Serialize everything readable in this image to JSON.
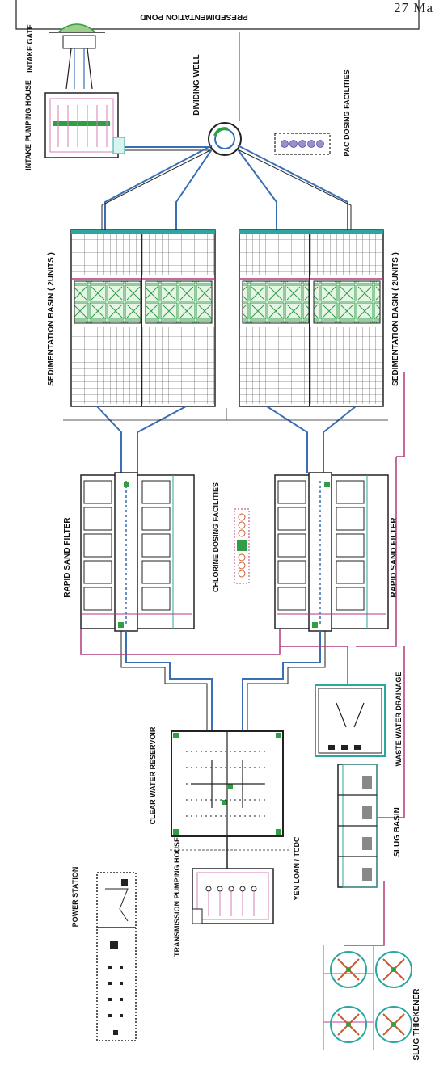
{
  "page_corner_text": "27 Ma",
  "labels": {
    "presedimentation_pond": "PRESEDIMENTATION POND",
    "intake_gate": "INTAKE GATE",
    "intake_pumping_house": "INTAKE PUMPING HOUSE",
    "dividing_well": "DIVIDING WELL",
    "pac_dosing": "PAC DOSING FACILITIES",
    "sedimentation_basin": "SEDIMENTATION BASIN ( 2UNITS )",
    "chlorine_dosing": "CHLORINE DOSING FACILITIES",
    "rapid_sand_filter": "RAPID SAND FILTER",
    "waste_water_drainage": "WASTE WATER DRAINAGE",
    "clear_water_reservoir": "CLEAR WATER RESERVOIR",
    "slug_basin": "SLUG BASIN",
    "yen_loan": "YEN LOAN / TCDC",
    "transmission_pumping_house": "TRANSMISSION PUMPING HOUSE",
    "power_station": "POWER STATION",
    "slug_thickener": "SLUG THICKENER"
  },
  "colors": {
    "line": "#1a1a1a",
    "water_pipe": "#3a6fb5",
    "sludge_pipe": "#b03a7a",
    "tank_green": "#2f9e45",
    "teal": "#2aa8a0",
    "pink_equipment": "#d77fb8"
  }
}
